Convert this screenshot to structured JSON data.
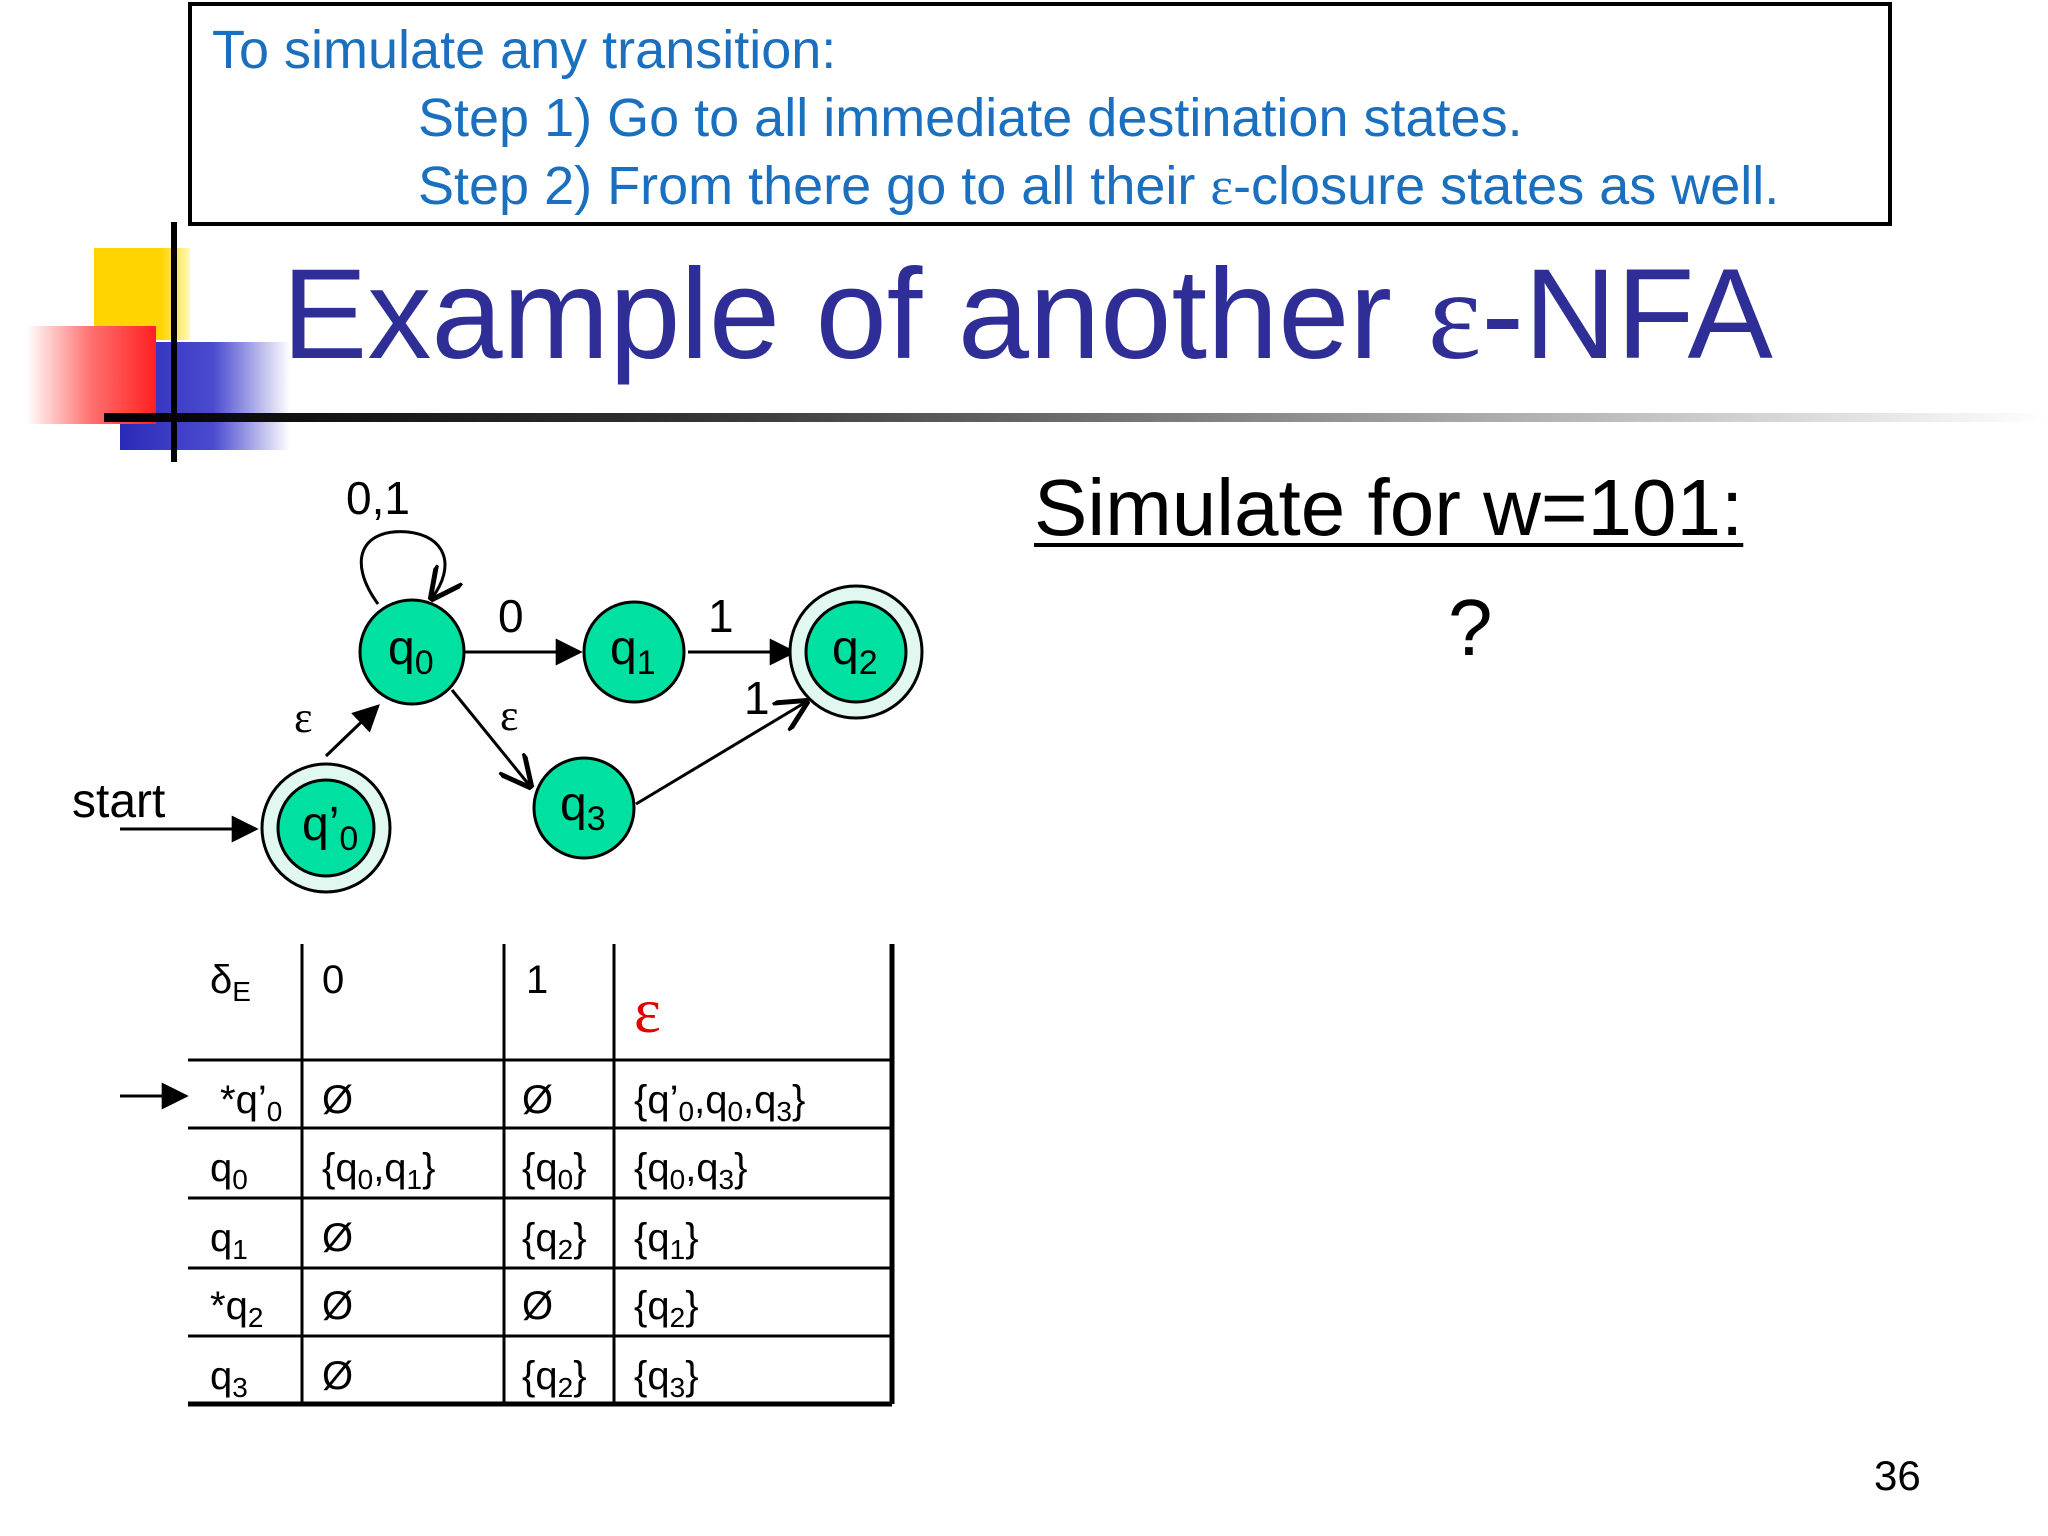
{
  "callout": {
    "line1": "To simulate any transition:",
    "line2": "Step 1) Go to all immediate destination states.",
    "line3_pre": "Step 2) From there go to all their ",
    "line3_eps": "ε",
    "line3_post": "-closure states as well."
  },
  "title": {
    "pre": "Example of another ",
    "eps": "ε",
    "post": "-NFA"
  },
  "simulate": {
    "label": "Simulate for w=101:",
    "answer": "?"
  },
  "diagram": {
    "start_label": "start",
    "states": [
      {
        "id": "q'0",
        "base": "q’",
        "sub": "0",
        "accepting": true
      },
      {
        "id": "q0",
        "base": "q",
        "sub": "0",
        "accepting": false
      },
      {
        "id": "q1",
        "base": "q",
        "sub": "1",
        "accepting": false
      },
      {
        "id": "q2",
        "base": "q",
        "sub": "2",
        "accepting": true
      },
      {
        "id": "q3",
        "base": "q",
        "sub": "3",
        "accepting": false
      }
    ],
    "edge_labels": {
      "self_loop_q0": "0,1",
      "q0_q1": "0",
      "q1_q2": "1",
      "q3_q2": "1",
      "q0_q3": "ε",
      "qp0_q0": "ε"
    }
  },
  "table": {
    "header": {
      "delta": "δ",
      "delta_sub": "E",
      "col0": "0",
      "col1": "1",
      "col_eps": "ε"
    },
    "rows": [
      {
        "state": "*q’",
        "state_sub": "0",
        "start": true,
        "c0": "Ø",
        "c1": "Ø",
        "ceps": "{q’0,q0,q3}"
      },
      {
        "state": "q",
        "state_sub": "0",
        "start": false,
        "c0": "{q0,q1}",
        "c1": "{q0}",
        "ceps": "{q0,q3}"
      },
      {
        "state": "q",
        "state_sub": "1",
        "start": false,
        "c0": "Ø",
        "c1": "{q2}",
        "ceps": "{q1}"
      },
      {
        "state": "*q",
        "state_sub": "2",
        "start": false,
        "c0": "Ø",
        "c1": "Ø",
        "ceps": "{q2}"
      },
      {
        "state": "q",
        "state_sub": "3",
        "start": false,
        "c0": "Ø",
        "c1": "{q2}",
        "ceps": "{q3}"
      }
    ]
  },
  "page_number": "36",
  "colors": {
    "title": "#2e2e96",
    "callout_text": "#1a6fbf",
    "state_fill": "#00e0a0",
    "accept_ring": "#e0f8f0",
    "eps_head": "#e00000"
  }
}
